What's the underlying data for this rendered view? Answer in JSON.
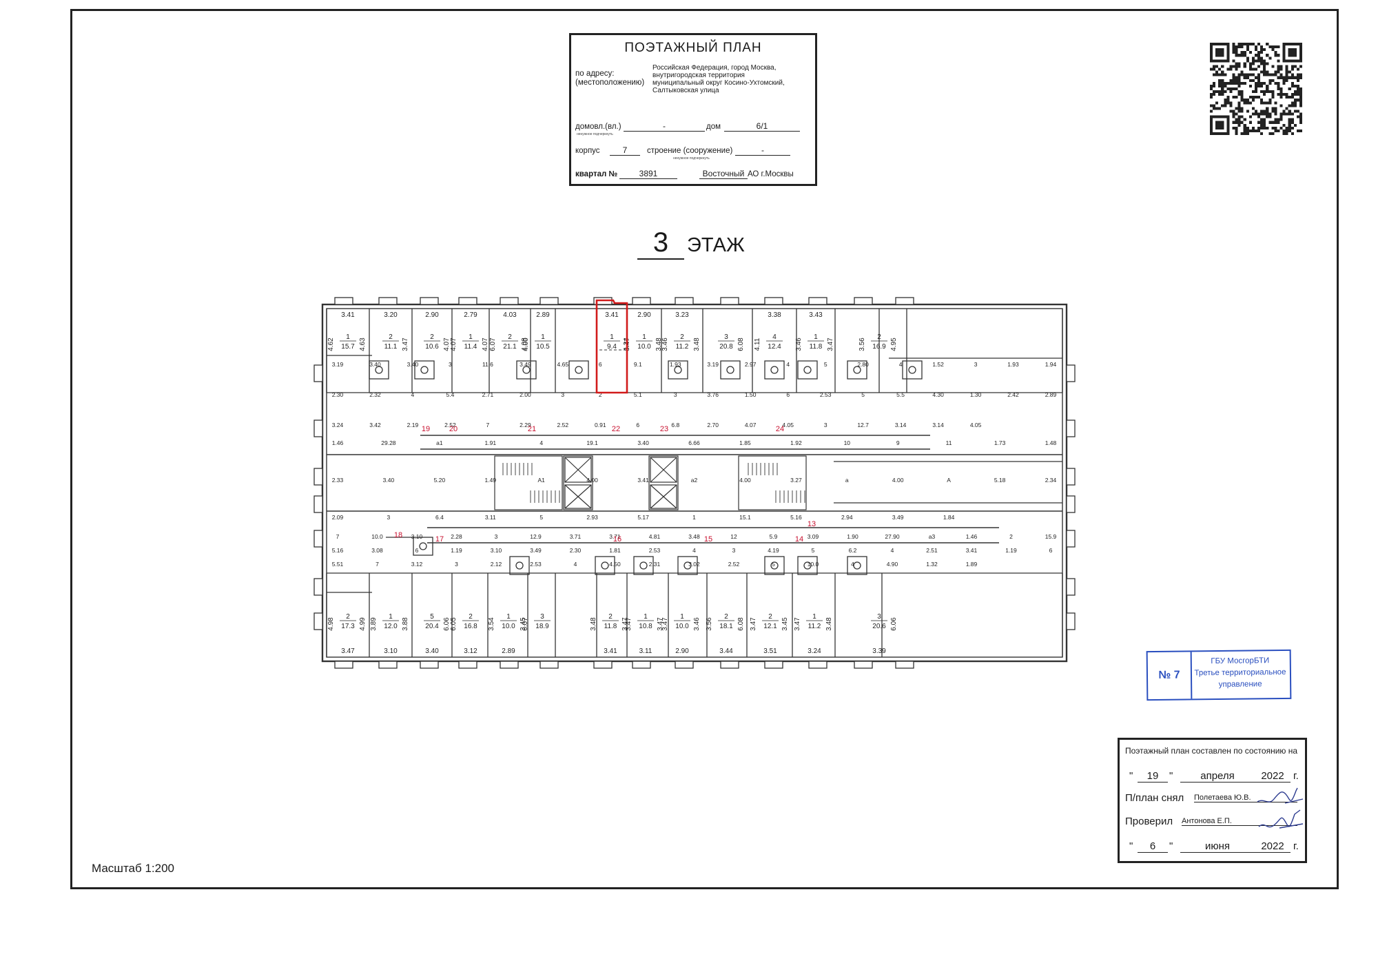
{
  "header": {
    "title": "ПОЭТАЖНЫЙ ПЛАН",
    "address_label_1": "по адресу:",
    "address_label_2": "(местоположению)",
    "address_lines": [
      "Российская Федерация, город Москва,",
      "внутригородская территория",
      "муниципальный округ Косино-Ухтомский,",
      "Салтыковская улица"
    ],
    "domovl_label": "домовл.(вл.)",
    "domovl_value": "-",
    "dom_label": "дом",
    "dom_value": "6/1",
    "korpus_label": "корпус",
    "korpus_value": "7",
    "stroenie_label": "строение (сооружение)",
    "stroenie_value": "-",
    "kvartal_label": "квартал №",
    "kvartal_value": "3891",
    "okrug_value": "Восточный",
    "okrug_suffix": "АО г.Москвы",
    "tiny_note": "ненужное подчеркнуть"
  },
  "floor": {
    "number": "3",
    "label": "ЭТАЖ"
  },
  "stamp": {
    "number": "№ 7",
    "org_lines": [
      "ГБУ МосгорБТИ",
      "Третье территориальное",
      "управление"
    ]
  },
  "state_block": {
    "heading": "Поэтажный план составлен по состоянию на",
    "date1_day": "19",
    "date1_month": "апреля",
    "date1_year": "2022",
    "year_suffix": "г.",
    "quote": "\"",
    "made_by_label": "П/план снял",
    "made_by_value": "Полетаева Ю.В.",
    "checked_label": "Проверил",
    "checked_value": "Антонова Е.П.",
    "date2_day": "6",
    "date2_month": "июня",
    "date2_year": "2022"
  },
  "scale": "Масштаб 1:200",
  "plan": {
    "top_row": [
      {
        "w": "3.41",
        "n": "1",
        "a": "15.7",
        "h1": "4.62",
        "h2": "4.63"
      },
      {
        "w": "3.20",
        "n": "2",
        "a": "11.1",
        "h2": "3.47"
      },
      {
        "w": "2.90",
        "n": "2",
        "a": "10.6",
        "h2": "4.07"
      },
      {
        "w": "2.79",
        "n": "1",
        "a": "11.4",
        "h1": "4.07",
        "h2": "4.07"
      },
      {
        "w": "4.03",
        "n": "2",
        "a": "21.1",
        "h1": "6.07",
        "h2": "4.08"
      },
      {
        "w": "2.89",
        "n": "1",
        "a": "10.5",
        "h1": "4.00"
      },
      {
        "w": "3.41",
        "n": "1",
        "a": "9.4",
        "h2": "4.24"
      },
      {
        "w": "2.90",
        "n": "1",
        "a": "10.0",
        "h1": "3.47",
        "h2": "3.48"
      },
      {
        "w": "3.23",
        "n": "2",
        "a": "11.2",
        "h1": "3.46",
        "h2": "3.48"
      },
      {
        "w": "",
        "n": "3",
        "a": "20.8",
        "h2": "6.08"
      },
      {
        "w": "3.38",
        "n": "4",
        "a": "12.4",
        "h1": "4.11"
      },
      {
        "w": "3.43",
        "n": "1",
        "a": "11.8",
        "h1": "3.46",
        "h2": "3.47"
      },
      {
        "w": "",
        "n": "2",
        "a": "16.9",
        "h1": "3.56",
        "h2": "4.95"
      }
    ],
    "bottom_row": [
      {
        "w": "3.47",
        "n": "2",
        "a": "17.3",
        "h1": "4.98",
        "h2": "4.99"
      },
      {
        "w": "3.10",
        "n": "1",
        "a": "12.0",
        "h1": "3.89",
        "h2": "3.88"
      },
      {
        "w": "3.40",
        "n": "5",
        "a": "20.4",
        "h2": "6.06"
      },
      {
        "w": "3.12",
        "n": "2",
        "a": "16.8",
        "h1": "6.05"
      },
      {
        "w": "2.89",
        "n": "1",
        "a": "10.0",
        "h1": "3.54",
        "h2": "3.45"
      },
      {
        "w": "",
        "n": "3",
        "a": "18.9",
        "h1": "6.07"
      },
      {
        "w": "3.41",
        "n": "2",
        "a": "11.8",
        "h1": "3.48",
        "h2": "3.47"
      },
      {
        "w": "3.11",
        "n": "1",
        "a": "10.8",
        "h1": "3.47",
        "h2": "3.47"
      },
      {
        "w": "2.90",
        "n": "1",
        "a": "10.0",
        "h1": "3.47",
        "h2": "3.46"
      },
      {
        "w": "3.44",
        "n": "2",
        "a": "18.1",
        "h1": "3.56",
        "h2": "6.08"
      },
      {
        "w": "3.51",
        "n": "2",
        "a": "12.1",
        "h1": "3.47",
        "h2": "3.45"
      },
      {
        "w": "3.24",
        "n": "1",
        "a": "11.2",
        "h1": "3.47",
        "h2": "3.48"
      },
      {
        "w": "3.39",
        "n": "3",
        "a": "20.6",
        "h2": "6.06"
      }
    ],
    "small_labels": [
      "3.19",
      "3.40",
      "3.40",
      "3",
      "11.6",
      "3.49",
      "4.65",
      "6",
      "9.1",
      "1.93",
      "3.19",
      "2.97",
      "4",
      "5",
      "2.80",
      "4",
      "1.52",
      "3",
      "1.93",
      "1.94",
      "2.30",
      "2.32",
      "4",
      "5.4",
      "2.71",
      "2.00",
      "3",
      "2",
      "5.1",
      "3",
      "3.76",
      "1.50",
      "6",
      "2.53",
      "5",
      "5.5",
      "4.30",
      "1.30",
      "2.42",
      "2.89",
      "3.24",
      "3.42",
      "2.19",
      "2.52",
      "7",
      "2.29",
      "2.52",
      "0.91",
      "6",
      "6.8",
      "2.70",
      "4.07",
      "4.05",
      "3",
      "12.7",
      "3.14",
      "3.14",
      "4.05",
      "1.46",
      "29.28",
      "a1",
      "1.91",
      "4",
      "19.1",
      "3.40",
      "6.66",
      "1.85",
      "1.92",
      "10",
      "9",
      "11",
      "1.73",
      "1.48",
      "2.33",
      "3.40",
      "5.20",
      "1.49",
      "A1",
      "4.00",
      "3.41",
      "a2",
      "4.00",
      "3.27",
      "a",
      "4.00",
      "A",
      "5.18",
      "2.34",
      "2.09",
      "3",
      "6.4",
      "3.11",
      "5",
      "2.93",
      "5.17",
      "1",
      "15.1",
      "5.16",
      "2.94",
      "3.49",
      "1.84",
      "7",
      "10.0",
      "3.10",
      "2.28",
      "3",
      "12.9",
      "3.71",
      "3.71",
      "4.81",
      "3.48",
      "12",
      "5.9",
      "3.09",
      "1.90",
      "27.90",
      "a3",
      "1.46",
      "2",
      "15.9",
      "5.16",
      "3.08",
      "6",
      "1.19",
      "3.10",
      "3.49",
      "2.30",
      "1.81",
      "2.53",
      "4",
      "3",
      "4.19",
      "5",
      "6.2",
      "4",
      "2.51",
      "3.41",
      "1.19",
      "6",
      "5.51",
      "7",
      "3.12",
      "3",
      "2.12",
      "2.53",
      "4",
      "4.50",
      "2.31",
      "3.02",
      "2.52",
      "5",
      "10.0",
      "4",
      "4.90",
      "1.32",
      "1.89",
      "3.24",
      "3.12",
      "3.11",
      "2.90"
    ],
    "markers": [
      "19",
      "20",
      "21",
      "22",
      "23",
      "24",
      "18",
      "17",
      "16",
      "15",
      "14",
      "13"
    ]
  }
}
